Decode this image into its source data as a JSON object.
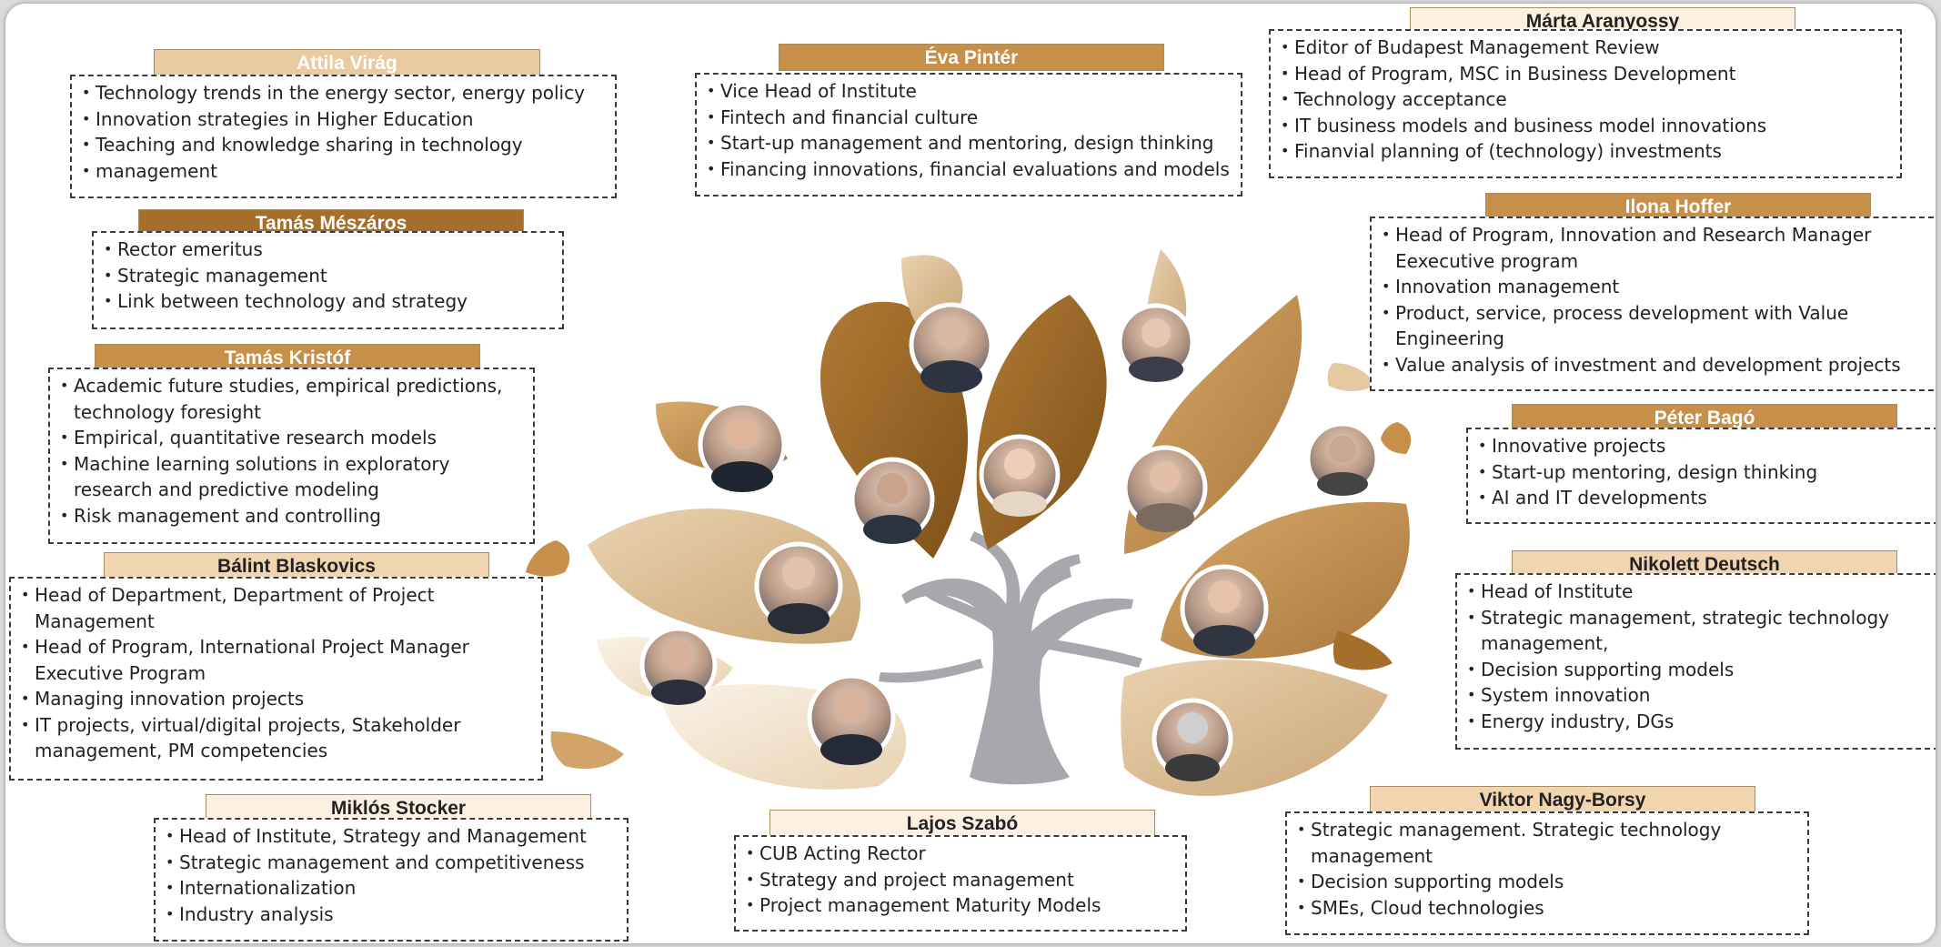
{
  "colors": {
    "leaf_dark": "#a46f2b",
    "leaf_mid": "#c6904a",
    "leaf_light": "#e9caa1",
    "leaf_pale": "#fcf1e1",
    "trunk": "#a9a9ae"
  },
  "profiles": [
    {
      "id": "attila-virag",
      "name": "Attila Virág",
      "style": "c-light",
      "items": [
        "Technology trends in the energy sector, energy policy",
        "Innovation strategies in Higher Education",
        "Teaching and knowledge sharing in technology",
        "management"
      ]
    },
    {
      "id": "eva-pinter",
      "name": "Éva Pintér",
      "style": "c-mid",
      "items": [
        "Vice Head of Institute",
        "Fintech and financial culture",
        "Start-up management and mentoring, design thinking",
        "Financing innovations, financial evaluations and models"
      ]
    },
    {
      "id": "marta-aranyossy",
      "name": "Márta Aranyossy",
      "style": "c-pale",
      "items": [
        "Editor of Budapest Management Review",
        "Head of Program, MSC in Business Development",
        "Technology acceptance",
        "IT business models and business model innovations",
        "Finanvial planning of (technology) investments"
      ]
    },
    {
      "id": "tamas-meszaros",
      "name": "Tamás Mészáros",
      "style": "c-dark",
      "items": [
        "Rector emeritus",
        "Strategic management",
        "Link between technology and strategy"
      ]
    },
    {
      "id": "ilona-hoffer",
      "name": "Ilona Hoffer",
      "style": "c-mid",
      "items": [
        "Head of Program, Innovation and Research Manager Eexecutive program",
        "Innovation management",
        "Product, service, process development with Value Engineering",
        "Value analysis of investment and development projects"
      ]
    },
    {
      "id": "tamas-kristof",
      "name": "Tamás Kristóf",
      "style": "c-mid",
      "items": [
        "Academic future studies, empirical predictions, technology foresight",
        "Empirical, quantitative research models",
        "Machine learning solutions in exploratory research and predictive modeling",
        "Risk management and controlling"
      ]
    },
    {
      "id": "peter-bago",
      "name": "Péter Bagó",
      "style": "c-mid",
      "items": [
        "Innovative projects",
        "Start-up mentoring, design thinking",
        "AI and IT developments"
      ]
    },
    {
      "id": "balint-blaskovics",
      "name": "Bálint Blaskovics",
      "style": "c-light-dark",
      "items": [
        "Head of Department, Department of Project Management",
        "Head of Program, International Project Manager Executive Program",
        "Managing innovation projects",
        "IT projects, virtual/digital projects, Stakeholder management, PM competencies"
      ]
    },
    {
      "id": "nikolett-deutsch",
      "name": "Nikolett Deutsch",
      "style": "c-light-dark",
      "items": [
        "Head of Institute",
        "Strategic management, strategic technology management,",
        "Decision supporting models",
        "System innovation",
        "Energy industry, DGs"
      ]
    },
    {
      "id": "miklos-stocker",
      "name": "Miklós Stocker",
      "style": "c-pale",
      "items": [
        "Head of Institute, Strategy and Management",
        "Strategic management and competitiveness",
        "Internationalization",
        "Industry analysis"
      ]
    },
    {
      "id": "lajos-szabo",
      "name": "Lajos Szabó",
      "style": "c-pale",
      "items": [
        "CUB Acting Rector",
        "Strategy and project management",
        "Project management Maturity Models"
      ]
    },
    {
      "id": "viktor-nagy-borsy",
      "name": "Viktor Nagy-Borsy",
      "style": "c-light-dark",
      "items": [
        "Strategic management. Strategic technology management",
        "Decision supporting models",
        "SMEs, Cloud technologies"
      ]
    }
  ]
}
